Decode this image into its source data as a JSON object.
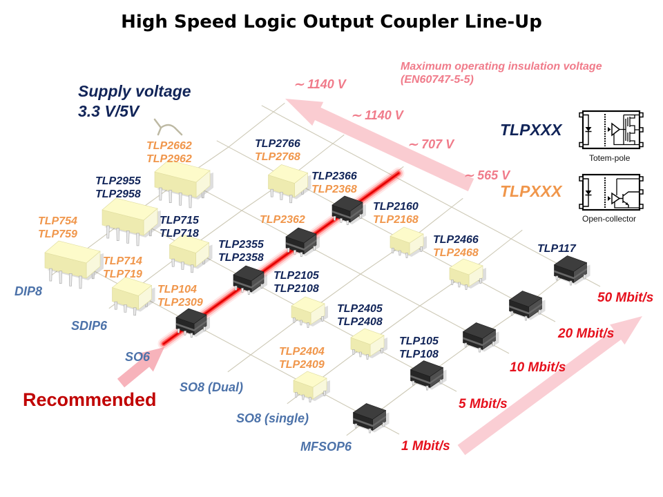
{
  "title": "High Speed Logic Output Coupler Line-Up",
  "supply_voltage": {
    "label": "Supply voltage",
    "value": "3.3 V/5V"
  },
  "insulation_voltage": {
    "title": "Maximum operating insulation voltage",
    "standard": "(EN60747-5-5)",
    "levels": [
      "∼ 1140 V",
      "∼ 1140 V",
      "∼ 707 V",
      "∼ 565 V"
    ]
  },
  "output_legend": [
    {
      "label": "TLPXXX",
      "output": "totem-pole",
      "caption": "Totem-pole",
      "icon": "totem-pole-schematic-icon"
    },
    {
      "label": "TLPXXX",
      "output": "open-collector",
      "caption": "Open-collector",
      "icon": "open-collector-schematic-icon"
    }
  ],
  "packages": [
    {
      "label": "DIP8",
      "body": "cream"
    },
    {
      "label": "SDIP6",
      "body": "cream"
    },
    {
      "label": "SO6",
      "body": "black"
    },
    {
      "label": "SO8 (Dual)",
      "body": "cream"
    },
    {
      "label": "SO8 (single)",
      "body": "cream"
    },
    {
      "label": "MFSOP6",
      "body": "black"
    }
  ],
  "speeds": [
    "1 Mbit/s",
    "5 Mbit/s",
    "10 Mbit/s",
    "20 Mbit/s",
    "50 Mbit/s"
  ],
  "recommended": {
    "label": "Recommended",
    "package": "SO6"
  },
  "parts": [
    {
      "package": "DIP8",
      "speed": "1 Mbit/s",
      "names": [
        {
          "text": "TLP754",
          "output": "open-collector"
        },
        {
          "text": "TLP759",
          "output": "open-collector"
        }
      ]
    },
    {
      "package": "DIP8",
      "speed": "5 Mbit/s",
      "names": [
        {
          "text": "TLP2955",
          "output": "totem-pole"
        },
        {
          "text": "TLP2958",
          "output": "totem-pole"
        }
      ]
    },
    {
      "package": "DIP8",
      "speed": "10 Mbit/s",
      "names": [
        {
          "text": "TLP2662",
          "output": "open-collector"
        },
        {
          "text": "TLP2962",
          "output": "open-collector"
        }
      ]
    },
    {
      "package": "SDIP6",
      "speed": "1 Mbit/s",
      "names": [
        {
          "text": "TLP714",
          "output": "open-collector"
        },
        {
          "text": "TLP719",
          "output": "open-collector"
        }
      ]
    },
    {
      "package": "SDIP6",
      "speed": "5 Mbit/s",
      "names": [
        {
          "text": "TLP715",
          "output": "totem-pole"
        },
        {
          "text": "TLP718",
          "output": "totem-pole"
        }
      ]
    },
    {
      "package": "SDIP6",
      "speed": "20 Mbit/s",
      "names": [
        {
          "text": "TLP2766",
          "output": "totem-pole"
        },
        {
          "text": "TLP2768",
          "output": "open-collector"
        }
      ]
    },
    {
      "package": "SO6",
      "speed": "1 Mbit/s",
      "names": [
        {
          "text": "TLP104",
          "output": "open-collector"
        },
        {
          "text": "TLP2309",
          "output": "open-collector"
        }
      ]
    },
    {
      "package": "SO6",
      "speed": "5 Mbit/s",
      "names": [
        {
          "text": "TLP2355",
          "output": "totem-pole"
        },
        {
          "text": "TLP2358",
          "output": "totem-pole"
        }
      ]
    },
    {
      "package": "SO6",
      "speed": "10 Mbit/s",
      "names": [
        {
          "text": "TLP2362",
          "output": "open-collector"
        }
      ]
    },
    {
      "package": "SO6",
      "speed": "20 Mbit/s",
      "names": [
        {
          "text": "TLP2366",
          "output": "totem-pole"
        },
        {
          "text": "TLP2368",
          "output": "open-collector"
        }
      ]
    },
    {
      "package": "SO8 (Dual)",
      "speed": "5 Mbit/s",
      "names": [
        {
          "text": "TLP2105",
          "output": "totem-pole"
        },
        {
          "text": "TLP2108",
          "output": "totem-pole"
        }
      ]
    },
    {
      "package": "SO8 (Dual)",
      "speed": "20 Mbit/s",
      "names": [
        {
          "text": "TLP2160",
          "output": "totem-pole"
        },
        {
          "text": "TLP2168",
          "output": "open-collector"
        }
      ]
    },
    {
      "package": "SO8 (single)",
      "speed": "1 Mbit/s",
      "names": [
        {
          "text": "TLP2404",
          "output": "open-collector"
        },
        {
          "text": "TLP2409",
          "output": "open-collector"
        }
      ]
    },
    {
      "package": "SO8 (single)",
      "speed": "5 Mbit/s",
      "names": [
        {
          "text": "TLP2405",
          "output": "totem-pole"
        },
        {
          "text": "TLP2408",
          "output": "totem-pole"
        }
      ]
    },
    {
      "package": "SO8 (single)",
      "speed": "20 Mbit/s",
      "names": [
        {
          "text": "TLP2466",
          "output": "totem-pole"
        },
        {
          "text": "TLP2468",
          "output": "open-collector"
        }
      ]
    },
    {
      "package": "MFSOP6",
      "speed": "1 Mbit/s",
      "names": []
    },
    {
      "package": "MFSOP6",
      "speed": "5 Mbit/s",
      "names": [
        {
          "text": "TLP105",
          "output": "totem-pole"
        },
        {
          "text": "TLP108",
          "output": "totem-pole"
        }
      ]
    },
    {
      "package": "MFSOP6",
      "speed": "10 Mbit/s",
      "names": []
    },
    {
      "package": "MFSOP6",
      "speed": "20 Mbit/s",
      "names": []
    },
    {
      "package": "MFSOP6",
      "speed": "50 Mbit/s",
      "names": [
        {
          "text": "TLP117",
          "output": "totem-pole"
        }
      ]
    }
  ],
  "colors": {
    "totem_pole": "#112458",
    "open_collector": "#f0964b",
    "package_label": "#4c72a9",
    "speed_label": "#e5101c",
    "recommended": "#c00000",
    "insulation": "#f07b8a",
    "arrow": "#f9c6cc"
  }
}
